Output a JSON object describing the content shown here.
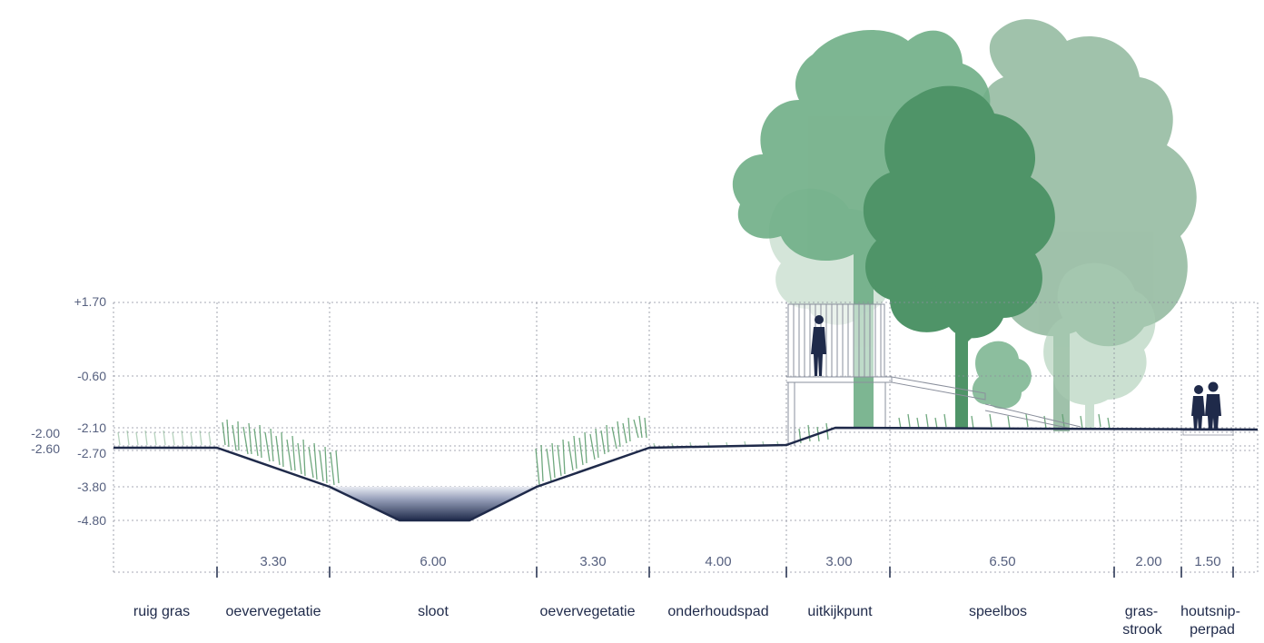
{
  "levels": [
    "+1.70",
    "-0.60",
    "-2.10",
    "-2.00",
    "-2.60",
    "-2.70",
    "-3.80",
    "-4.80"
  ],
  "widths": [
    "3.30",
    "6.00",
    "3.30",
    "4.00",
    "3.00",
    "6.50",
    "2.00",
    "1.50"
  ],
  "zones": {
    "ruig_gras": "ruig gras",
    "oevervegetatie_left": "oevervegetatie",
    "sloot": "sloot",
    "oevervegetatie_right": "oevervegetatie",
    "onderhoudspad": "onderhoudspad",
    "uitkijkpunt": "uitkijkpunt",
    "speelbos": "speelbos",
    "grasstrook_line1": "gras-",
    "grasstrook_line2": "strook",
    "houtsnippad_line1": "houtsnip-",
    "houtsnippad_line2": "perpad"
  },
  "colors": {
    "ground_line": "#1f2a4a",
    "water_top": "#7f8aa8",
    "water_bottom": "#1f2a4a",
    "tree_light": "#8fb79c",
    "tree_mid": "#6fae86",
    "tree_dark": "#4f9468",
    "reed": "#5f9e70",
    "text": "#56607f"
  },
  "icons": [
    "person-silhouette-icon",
    "tree-silhouette-icon",
    "reed-icon"
  ]
}
